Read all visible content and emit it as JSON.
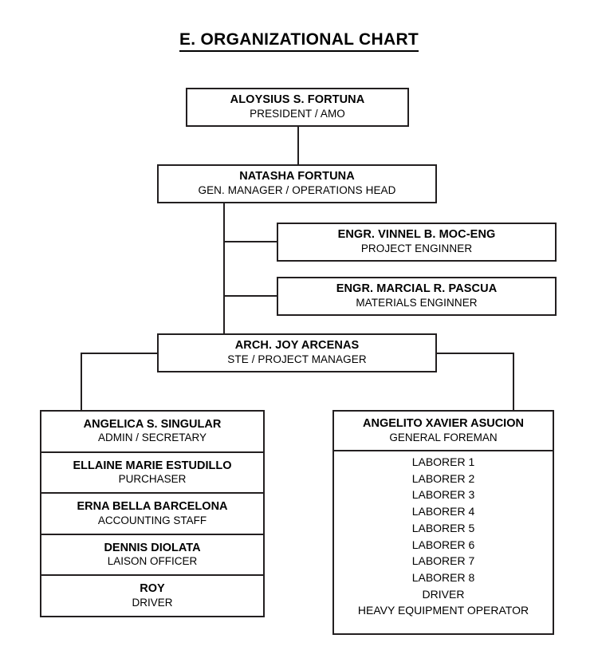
{
  "title": "E. ORGANIZATIONAL CHART",
  "nodes": {
    "president": {
      "name": "ALOYSIUS S. FORTUNA",
      "role": "PRESIDENT / AMO"
    },
    "general_manager": {
      "name": "NATASHA FORTUNA",
      "role": "GEN. MANAGER / OPERATIONS HEAD"
    },
    "project_engineer": {
      "name": "ENGR. VINNEL B. MOC-ENG",
      "role": "PROJECT ENGINNER"
    },
    "materials_engineer": {
      "name": "ENGR. MARCIAL R. PASCUA",
      "role": "MATERIALS ENGINNER"
    },
    "project_manager": {
      "name": "ARCH. JOY ARCENAS",
      "role": "STE / PROJECT MANAGER"
    }
  },
  "admin_column": {
    "items": [
      {
        "name": "ANGELICA S. SINGULAR",
        "role": "ADMIN / SECRETARY"
      },
      {
        "name": "ELLAINE MARIE ESTUDILLO",
        "role": "PURCHASER"
      },
      {
        "name": "ERNA BELLA BARCELONA",
        "role": "ACCOUNTING STAFF"
      },
      {
        "name": "DENNIS DIOLATA",
        "role": "LAISON OFFICER"
      },
      {
        "name": "ROY",
        "role": "DRIVER"
      }
    ]
  },
  "field_column": {
    "head": {
      "name": "ANGELITO XAVIER ASUCION",
      "role": "GENERAL FOREMAN"
    },
    "crew": [
      "LABORER 1",
      "LABORER 2",
      "LABORER 3",
      "LABORER 4",
      "LABORER 5",
      "LABORER 6",
      "LABORER 7",
      "LABORER 8",
      "DRIVER",
      "HEAVY EQUIPMENT OPERATOR"
    ]
  },
  "colors": {
    "line": "#231f20",
    "text": "#000000",
    "background": "#ffffff"
  }
}
